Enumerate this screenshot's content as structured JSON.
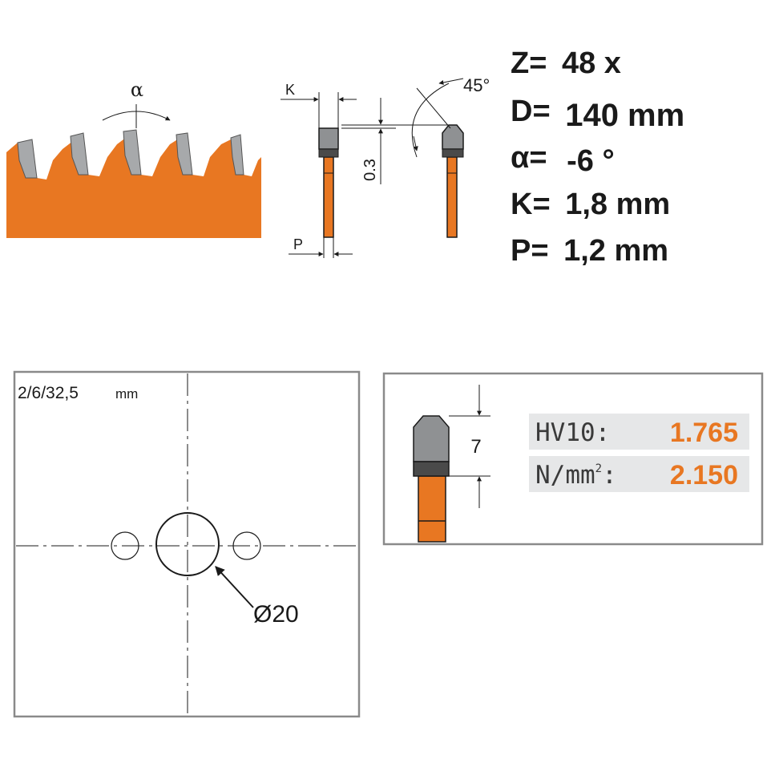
{
  "specs": [
    {
      "key": "Z=",
      "value": "48 x"
    },
    {
      "key": "D=",
      "value": "140 mm"
    },
    {
      "key": "α=",
      "value": "-6 °"
    },
    {
      "key": "K=",
      "value": "1,8 mm"
    },
    {
      "key": "P=",
      "value": "1,2 mm"
    }
  ],
  "tooth_view": {
    "alpha_label": "α"
  },
  "profile_view": {
    "k_label": "K",
    "p_label": "P",
    "offset_label": "0.3",
    "angle_label": "45°"
  },
  "bore_view": {
    "pinholes_label": "2/6/32,5",
    "pinholes_unit": "mm",
    "bore_label": "Ø20"
  },
  "hardness_view": {
    "tip_height_label": "7",
    "rows": [
      {
        "label": "HV10:",
        "label_sup": "",
        "value": "1.765"
      },
      {
        "label": "N/mm",
        "label_sup": "2",
        "value_suffix": ":",
        "value": "2.150"
      }
    ]
  },
  "colors": {
    "blade": "#e87722",
    "tip": "#a0a0a0",
    "tip_dark": "#4a4a4a",
    "outline": "#1a1a1a",
    "frame": "#808080"
  }
}
